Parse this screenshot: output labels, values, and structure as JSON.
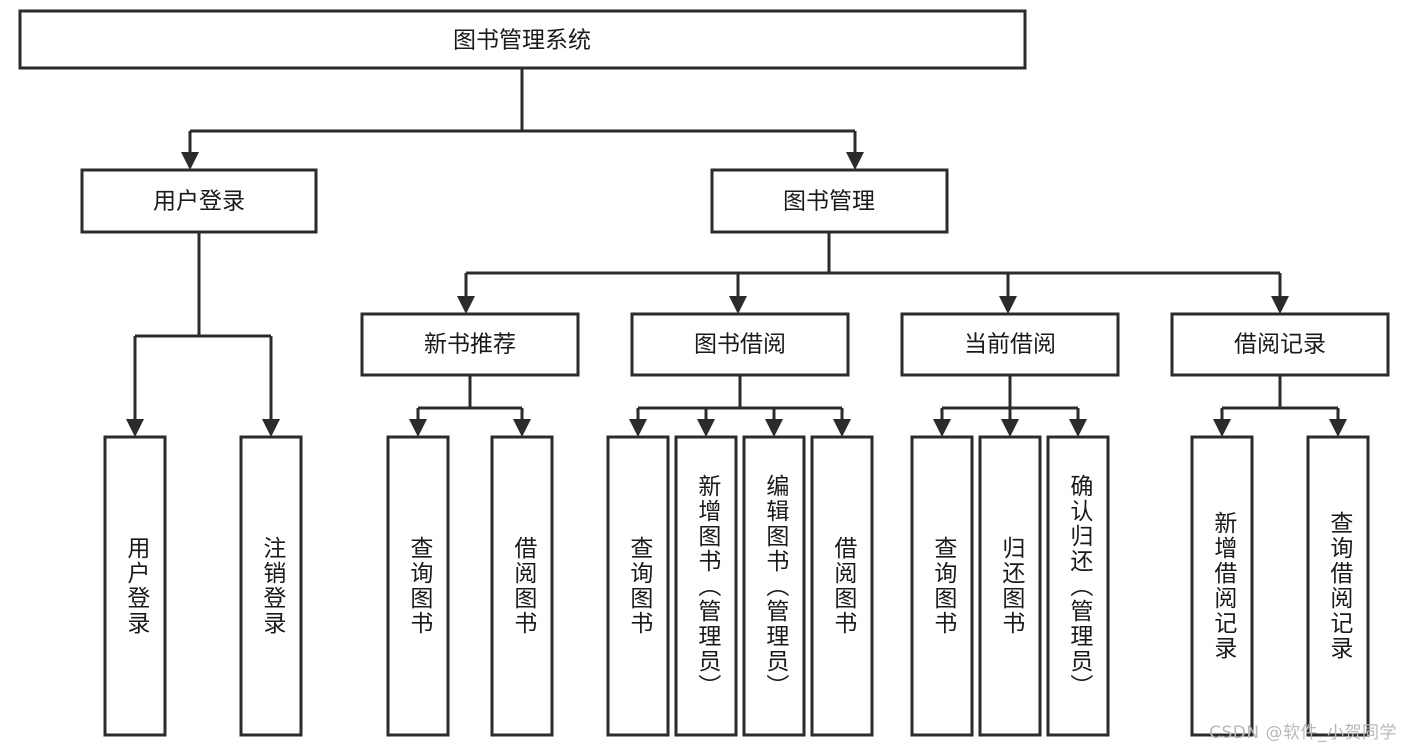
{
  "diagram": {
    "type": "tree-hierarchy",
    "title": "图书管理系统",
    "watermark": "CSDN @软件_小贺同学",
    "colors": {
      "background": "#ffffff",
      "stroke": "#2b2b2b",
      "box_fill": "#ffffff",
      "text": "#1a1a1a",
      "watermark": "#b9b9b9"
    },
    "levels": {
      "root": {
        "label": "图书管理系统"
      },
      "level2": [
        {
          "id": "user-login",
          "label": "用户登录"
        },
        {
          "id": "book-management",
          "label": "图书管理"
        }
      ],
      "level3": [
        {
          "id": "new-book-recommend",
          "label": "新书推荐",
          "parent": "book-management"
        },
        {
          "id": "book-borrow",
          "label": "图书借阅",
          "parent": "book-management"
        },
        {
          "id": "current-borrow",
          "label": "当前借阅",
          "parent": "book-management"
        },
        {
          "id": "borrow-record",
          "label": "借阅记录",
          "parent": "book-management"
        }
      ],
      "leaves": [
        {
          "id": "leaf-user-login",
          "label": "用户登录",
          "parent": "user-login"
        },
        {
          "id": "leaf-logout",
          "label": "注销登录",
          "parent": "user-login"
        },
        {
          "id": "leaf-query-book-1",
          "label": "查询图书",
          "parent": "new-book-recommend"
        },
        {
          "id": "leaf-borrow-book-1",
          "label": "借阅图书",
          "parent": "new-book-recommend"
        },
        {
          "id": "leaf-query-book-2",
          "label": "查询图书",
          "parent": "book-borrow"
        },
        {
          "id": "leaf-add-book",
          "label": "新增图书（管理员）",
          "parent": "book-borrow"
        },
        {
          "id": "leaf-edit-book",
          "label": "编辑图书（管理员）",
          "parent": "book-borrow"
        },
        {
          "id": "leaf-borrow-book-2",
          "label": "借阅图书",
          "parent": "book-borrow"
        },
        {
          "id": "leaf-query-book-3",
          "label": "查询图书",
          "parent": "current-borrow"
        },
        {
          "id": "leaf-return-book",
          "label": "归还图书",
          "parent": "current-borrow"
        },
        {
          "id": "leaf-confirm-return",
          "label": "确认归还（管理员）",
          "parent": "current-borrow"
        },
        {
          "id": "leaf-add-record",
          "label": "新增借阅记录",
          "parent": "borrow-record"
        },
        {
          "id": "leaf-query-record",
          "label": "查询借阅记录",
          "parent": "borrow-record"
        }
      ]
    }
  }
}
